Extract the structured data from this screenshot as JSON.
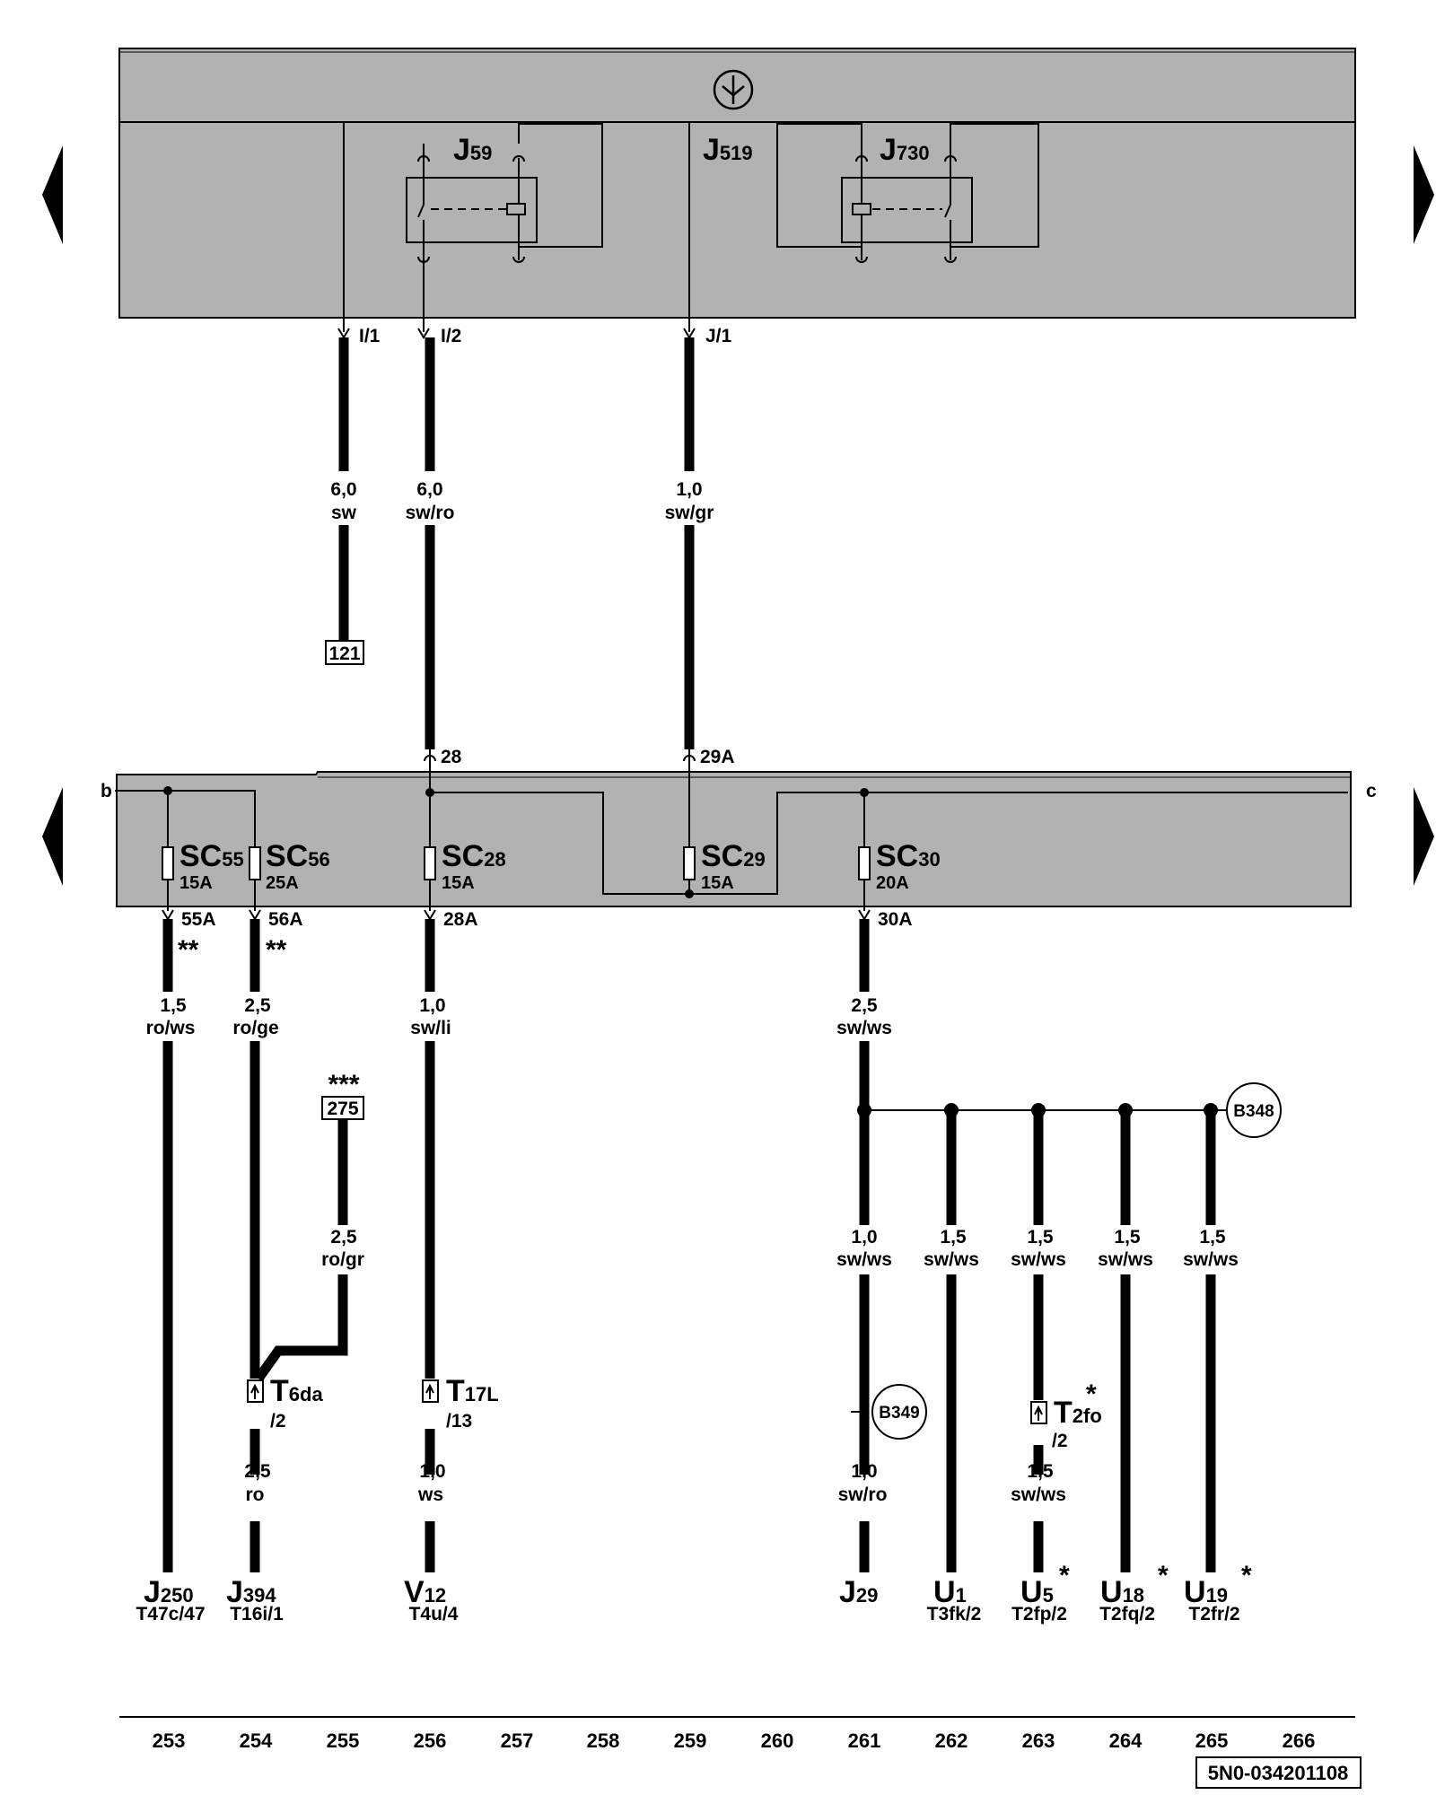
{
  "top_module": {
    "relays": [
      "J59",
      "J519",
      "J730"
    ],
    "outputs": [
      {
        "pin": "I/1",
        "size": "6,0",
        "color": "sw",
        "target": "121"
      },
      {
        "pin": "I/2",
        "size": "6,0",
        "color": "sw/ro"
      },
      {
        "pin": "J/1",
        "size": "1,0",
        "color": "sw/gr"
      }
    ]
  },
  "fuse_box": {
    "edge_left": "b",
    "edge_right": "c",
    "inputs": [
      "28",
      "29A"
    ],
    "fuses": [
      {
        "name": "SC55",
        "rating": "15A",
        "out_pin": "55A"
      },
      {
        "name": "SC56",
        "rating": "25A",
        "out_pin": "56A"
      },
      {
        "name": "SC28",
        "rating": "15A",
        "out_pin": "28A"
      },
      {
        "name": "SC29",
        "rating": "15A"
      },
      {
        "name": "SC30",
        "rating": "20A",
        "out_pin": "30A"
      }
    ],
    "stars": [
      "**",
      "**"
    ]
  },
  "wires": {
    "w253": {
      "size": "1,5",
      "color": "ro/ws"
    },
    "w254": {
      "size": "2,5",
      "color": "ro/ge"
    },
    "w256": {
      "size": "1,0",
      "color": "sw/li"
    },
    "w261": {
      "size": "2,5",
      "color": "sw/ws"
    },
    "w255": {
      "size": "2,5",
      "color": "ro/gr",
      "ref": "275",
      "stars": "***"
    },
    "w254b": {
      "size": "2,5",
      "color": "ro"
    },
    "w256b": {
      "size": "1,0",
      "color": "ws"
    },
    "branch": [
      {
        "size": "1,0",
        "color": "sw/ws"
      },
      {
        "size": "1,5",
        "color": "sw/ws"
      },
      {
        "size": "1,5",
        "color": "sw/ws"
      },
      {
        "size": "1,5",
        "color": "sw/ws"
      },
      {
        "size": "1,5",
        "color": "sw/ws"
      }
    ],
    "w261b": {
      "size": "1,0",
      "color": "sw/ro"
    },
    "w263b": {
      "size": "1,5",
      "color": "sw/ws"
    }
  },
  "connectors": {
    "t6da": {
      "name": "T6da",
      "pin": "/2"
    },
    "t17l": {
      "name": "T17L",
      "pin": "/13"
    },
    "t2fo": {
      "name": "T2fo",
      "pin": "/2",
      "star": "*"
    }
  },
  "splices": [
    "B348",
    "B349"
  ],
  "components": [
    {
      "name": "J250",
      "pin": "T47c/47"
    },
    {
      "name": "J394",
      "pin": "T16i/1"
    },
    {
      "name": "V12",
      "pin": "T4u/4"
    },
    {
      "name": "J29",
      "pin": ""
    },
    {
      "name": "U1",
      "pin": "T3fk/2"
    },
    {
      "name": "U5",
      "pin": "T2fp/2",
      "star": "*"
    },
    {
      "name": "U18",
      "pin": "T2fq/2",
      "star": "*"
    },
    {
      "name": "U19",
      "pin": "T2fr/2",
      "star": "*"
    }
  ],
  "columns": [
    "253",
    "254",
    "255",
    "256",
    "257",
    "258",
    "259",
    "260",
    "261",
    "262",
    "263",
    "264",
    "265",
    "266"
  ],
  "doc_number": "5N0-034201108",
  "nav": {
    "prev": "previous-page",
    "next": "next-page"
  }
}
